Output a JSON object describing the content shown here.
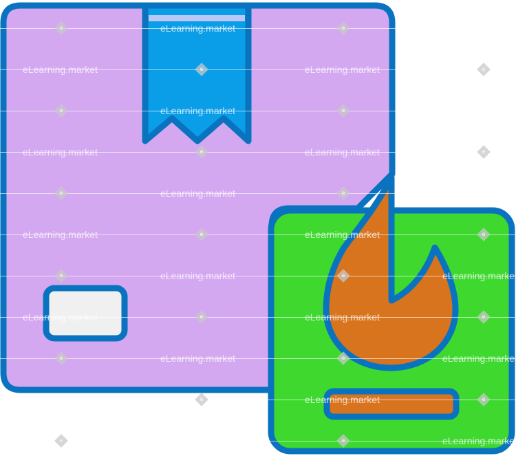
{
  "icon": {
    "subject": "parcel-box-with-fire-hazard-label",
    "colors": {
      "outline": "#0a73c0",
      "box_fill": "#d4a8f0",
      "ribbon_fill": "#0b9ee8",
      "ribbon_highlight": "#b9c8f5",
      "shipping_label_fill": "#f0f0f0",
      "hazard_card_fill": "#3ed82f",
      "flame_fill": "#d8741e",
      "bar_fill": "#d8741e"
    }
  },
  "watermark": {
    "text": "eLearning.market",
    "glyph": "e"
  }
}
